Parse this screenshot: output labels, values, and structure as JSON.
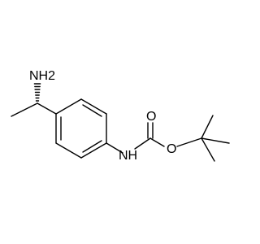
{
  "molecule": {
    "atom_labels": {
      "amine": "NH2",
      "amide_nitrogen": "NH",
      "carbonyl_oxygen": "O",
      "ester_oxygen": "O"
    },
    "colors": {
      "bonds": "#000000",
      "labels": "#000000",
      "background": "#ffffff"
    }
  }
}
